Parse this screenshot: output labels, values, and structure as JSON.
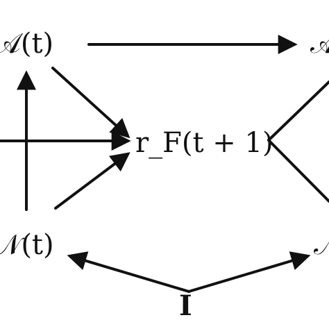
{
  "diagram": {
    "nodes": {
      "a_t": {
        "text": "𝒜(t)"
      },
      "a_next": {
        "text": "𝒜"
      },
      "n_t": {
        "text": "𝒩(t)"
      },
      "n_next": {
        "text": "𝒩"
      },
      "r_f": {
        "text": "r_F(t + 1)"
      },
      "i": {
        "text": "I"
      }
    }
  }
}
